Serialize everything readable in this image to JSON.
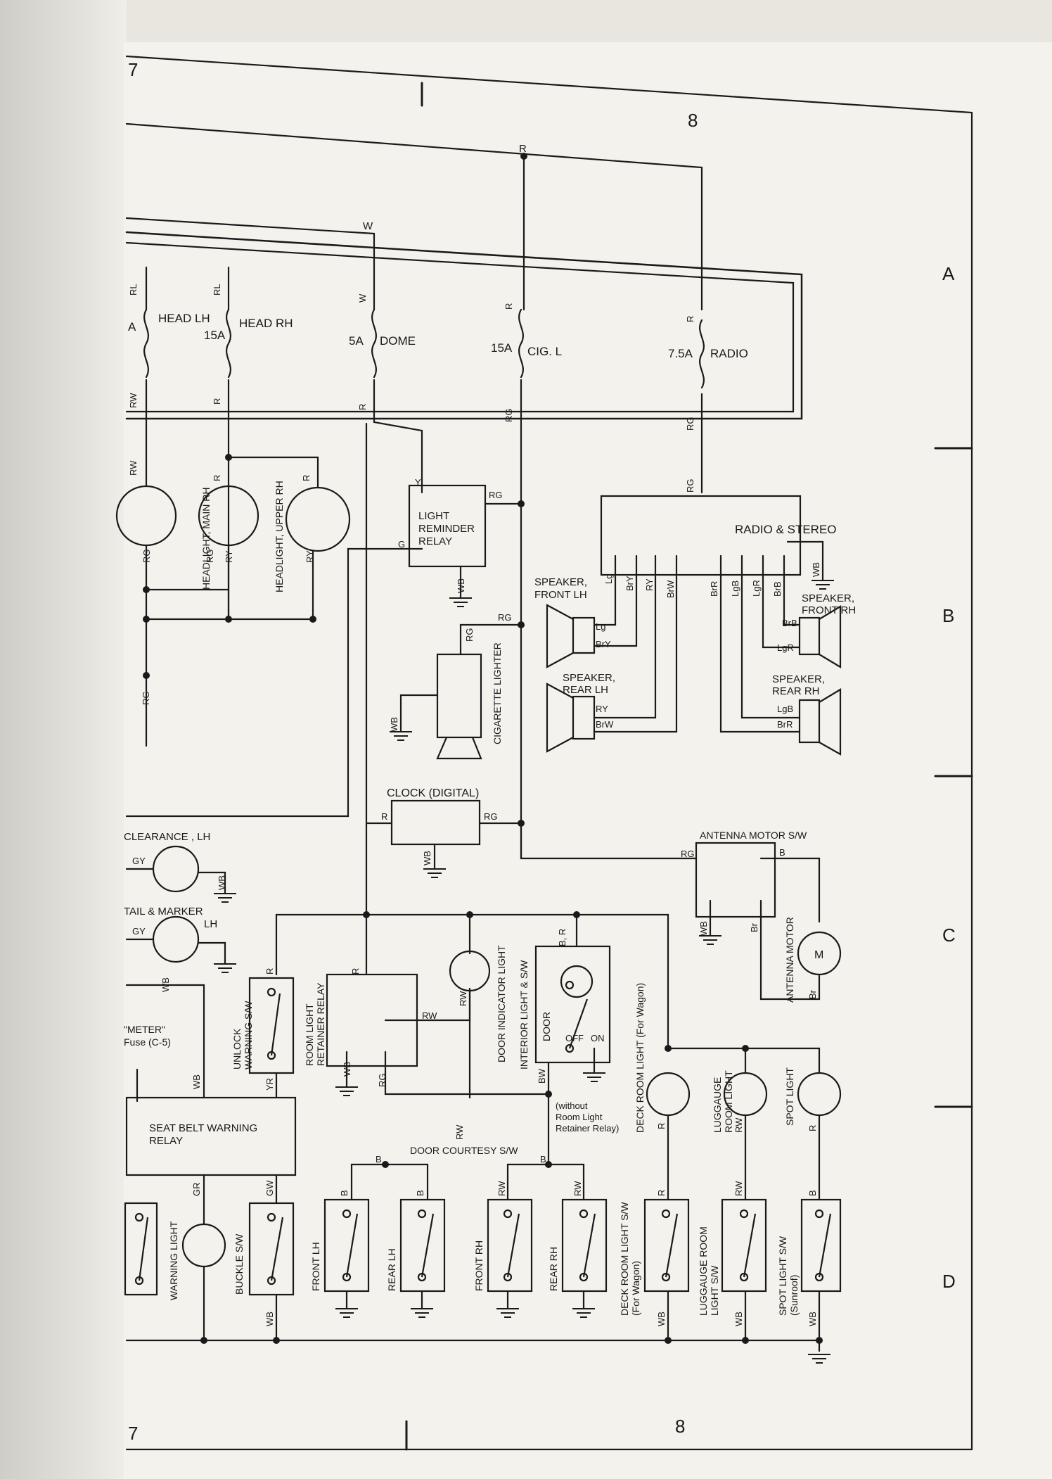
{
  "page": {
    "column_top": "8",
    "column_bottom": "8",
    "prev_column_top": "7",
    "prev_column_bottom": "7",
    "rows": [
      "A",
      "B",
      "C",
      "D"
    ]
  },
  "fuses": [
    {
      "amp": "A",
      "name": "HEAD\nLH",
      "wire_in": "RL",
      "wire_out": "RW"
    },
    {
      "amp": "15A",
      "name": "HEAD\nRH",
      "wire_in": "RL",
      "wire_out": "R"
    },
    {
      "amp": "5A",
      "name": "DOME",
      "wire_in": "W",
      "wire_out": "R"
    },
    {
      "amp": "15A",
      "name": "CIG. L",
      "wire_in": "R",
      "wire_out": "RG"
    },
    {
      "amp": "7.5A",
      "name": "RADIO",
      "wire_in": "R",
      "wire_out": "RG"
    }
  ],
  "wires": {
    "R": "R",
    "W": "W",
    "RW": "RW",
    "RG": "RG",
    "RY": "RY",
    "Y": "Y",
    "G": "G",
    "WB": "WB",
    "GY": "GY",
    "GR": "GR",
    "GW": "GW",
    "YR": "YR",
    "BW": "BW",
    "B": "B",
    "Br": "Br",
    "BR": "B, R",
    "Lg": "Lg",
    "BrY": "BrY",
    "BrW": "BrW",
    "BrR": "BrR",
    "LgB": "LgB",
    "LgR": "LgR",
    "BrB": "BrB",
    "RL": "RL"
  },
  "labels": {
    "headlight_main": "HEADLIGHT, MAIN RH",
    "headlight_upper": "HEADLIGHT, UPPER RH",
    "light_reminder": "LIGHT\nREMINDER\nRELAY",
    "radio": "RADIO & STEREO",
    "spk_front_lh": "SPEAKER,\nFRONT LH",
    "spk_rear_lh": "SPEAKER,\nREAR LH",
    "spk_front_rh": "SPEAKER,\nFRONT RH",
    "spk_rear_rh": "SPEAKER,\nREAR RH",
    "cig_lighter": "CIGARETTE LIGHTER",
    "clock": "CLOCK (DIGITAL)",
    "antenna_sw": "ANTENNA MOTOR S/W",
    "antenna_motor": "ANTENNA MOTOR",
    "motor_symbol": "M",
    "clearance": "CLEARANCE , LH",
    "tail_marker": "TAIL & MARKER\nLH",
    "meter_fuse": "\"METER\"\nFuse (C-5)",
    "unlock_warning": "UNLOCK\nWARNING S/W",
    "room_light_relay": "ROOM LIGHT\nRETAINER RELAY",
    "door_indicator": "DOOR INDICATOR LIGHT",
    "interior_light": "INTERIOR LIGHT & S/W",
    "door": "DOOR",
    "off": "OFF",
    "on": "ON",
    "deck_room_light": "DECK ROOM LIGHT (For Wagon)",
    "luggage_room_light": "LUGGAUGE\nROOM LIGHT",
    "spot_light": "SPOT LIGHT",
    "without_relay": "(without\nRoom Light\nRetainer Relay)",
    "seat_belt_relay": "SEAT BELT WARNING\nRELAY",
    "door_courtesy": "DOOR COURTESY S/W",
    "warning_light": "WARNING LIGHT",
    "buckle_sw": "BUCKLE S/W",
    "front_lh": "FRONT LH",
    "rear_lh": "REAR LH",
    "front_rh": "FRONT RH",
    "rear_rh": "REAR RH",
    "deck_room_sw": "DECK ROOM LIGHT S/W\n(For Wagon)",
    "luggage_room_sw": "LUGGAUGE ROOM\nLIGHT S/W",
    "spot_light_sw": "SPOT LIGHT S/W\n(Sunroof)"
  }
}
